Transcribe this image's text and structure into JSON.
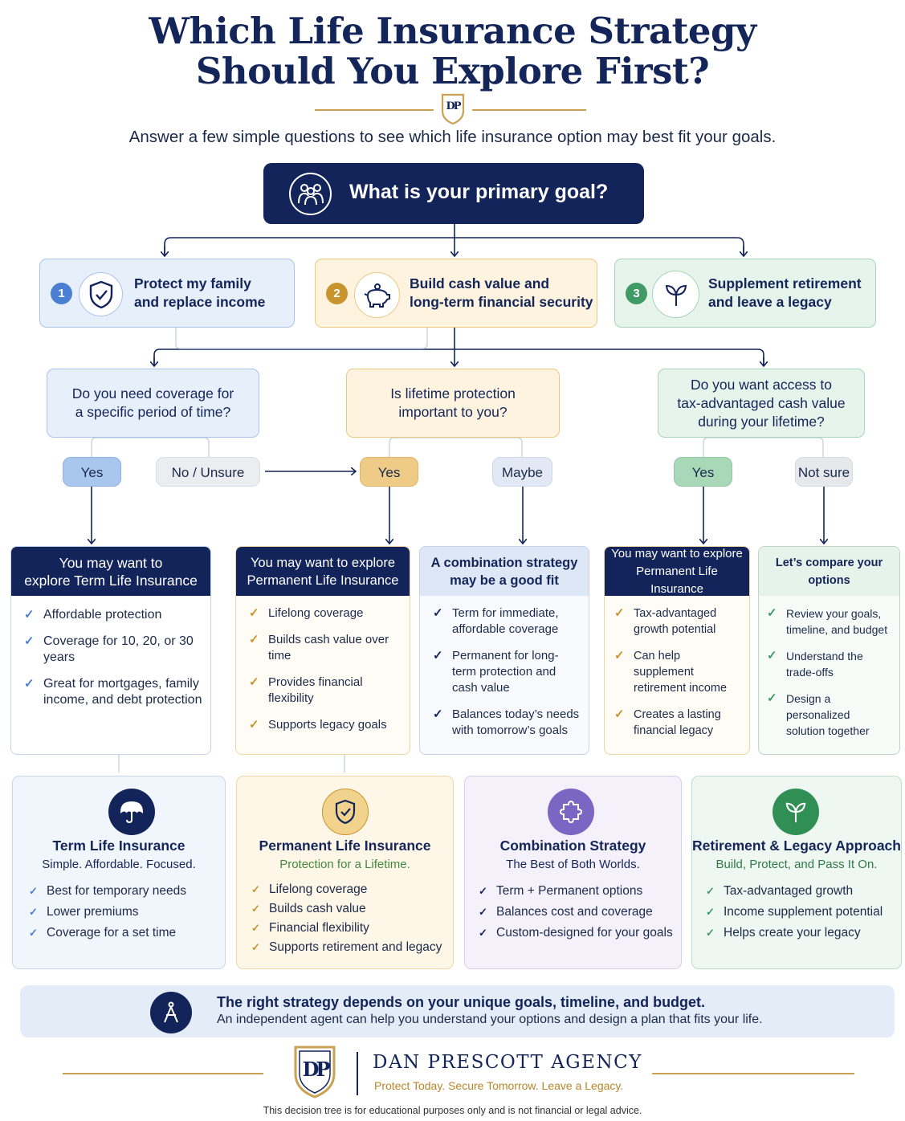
{
  "header": {
    "title_line1": "Which Life Insurance Strategy",
    "title_line2": "Should You Explore First?",
    "subtitle": "Answer a few simple questions to see which life insurance option may best fit your goals.",
    "logo_mark": "DP"
  },
  "root": {
    "question": "What is your primary goal?",
    "icon": "family-icon"
  },
  "goals": [
    {
      "number": "1",
      "line1": "Protect my family",
      "line2": "and replace income",
      "icon": "shield-check-icon",
      "color": "#4a7fd1"
    },
    {
      "number": "2",
      "line1": "Build cash value and",
      "line2": "long-term financial security",
      "icon": "piggy-bank-icon",
      "color": "#c8942e"
    },
    {
      "number": "3",
      "line1": "Supplement retirement",
      "line2": "and leave a legacy",
      "icon": "sprout-icon",
      "color": "#3f9a66"
    }
  ],
  "questions": [
    {
      "line1": "Do you need coverage for",
      "line2": "a specific period of time?"
    },
    {
      "line1": "Is lifetime protection",
      "line2": "important to you?"
    },
    {
      "line1": "Do you want access to",
      "line2": "tax-advantaged cash value",
      "line3": "during your lifetime?"
    }
  ],
  "answers": [
    "Yes",
    "No / Unsure",
    "Yes",
    "Maybe",
    "Yes",
    "Not sure"
  ],
  "results": [
    {
      "line1": "You may want to",
      "line2": "explore Term Life Insurance",
      "items": [
        "Affordable protection",
        "Coverage for 10, 20, or 30 years",
        "Great for mortgages, family income, and debt protection"
      ]
    },
    {
      "line1": "You may want to explore",
      "line2": "Permanent Life Insurance",
      "items": [
        "Lifelong coverage",
        "Builds cash value over time",
        "Provides financial flexibility",
        "Supports legacy goals"
      ]
    },
    {
      "line1": "A combination strategy",
      "line2": "may be a good fit",
      "items": [
        "Term for immediate, affordable coverage",
        "Permanent for long-term protection and cash value",
        "Balances today’s needs with tomorrow’s goals"
      ]
    },
    {
      "line1": "You may want to explore",
      "line2": "Permanent Life Insurance",
      "items": [
        "Tax-advantaged growth potential",
        "Can help supplement retirement income",
        "Creates a lasting financial legacy"
      ]
    },
    {
      "line1": "Let’s compare your options",
      "line2": "",
      "items": [
        "Review your goals, timeline, and budget",
        "Understand the trade-offs",
        "Design a personalized solution together"
      ]
    }
  ],
  "cards": [
    {
      "title": "Term Life Insurance",
      "subtitle": "Simple. Affordable. Focused.",
      "icon": "umbrella-icon",
      "items": [
        "Best for temporary needs",
        "Lower premiums",
        "Coverage for a set time"
      ]
    },
    {
      "title": "Permanent Life Insurance",
      "subtitle": "Protection for a Lifetime.",
      "icon": "shield-check-icon",
      "items": [
        "Lifelong coverage",
        "Builds cash value",
        "Financial flexibility",
        "Supports retirement and legacy"
      ]
    },
    {
      "title": "Combination Strategy",
      "subtitle": "The Best of Both Worlds.",
      "icon": "puzzle-icon",
      "items": [
        "Term + Permanent options",
        "Balances cost and coverage",
        "Custom-designed for your goals"
      ]
    },
    {
      "title": "Retirement & Legacy Approach",
      "subtitle": "Build, Protect, and Pass It On.",
      "icon": "sprout-icon",
      "items": [
        "Tax-advantaged growth",
        "Income supplement potential",
        "Helps create your legacy"
      ]
    }
  ],
  "banner": {
    "line1": "The right strategy depends on your unique goals, timeline, and budget.",
    "line2": "An independent agent can help you understand your options and design a plan that fits your life.",
    "icon": "compass-icon"
  },
  "footer": {
    "agency": "DAN PRESCOTT AGENCY",
    "tagline": "Protect Today. Secure Tomorrow. Leave a Legacy.",
    "disclaimer": "This decision tree is for educational purposes only and is not financial or legal advice.",
    "logo_mark": "DP"
  },
  "check": "✓"
}
